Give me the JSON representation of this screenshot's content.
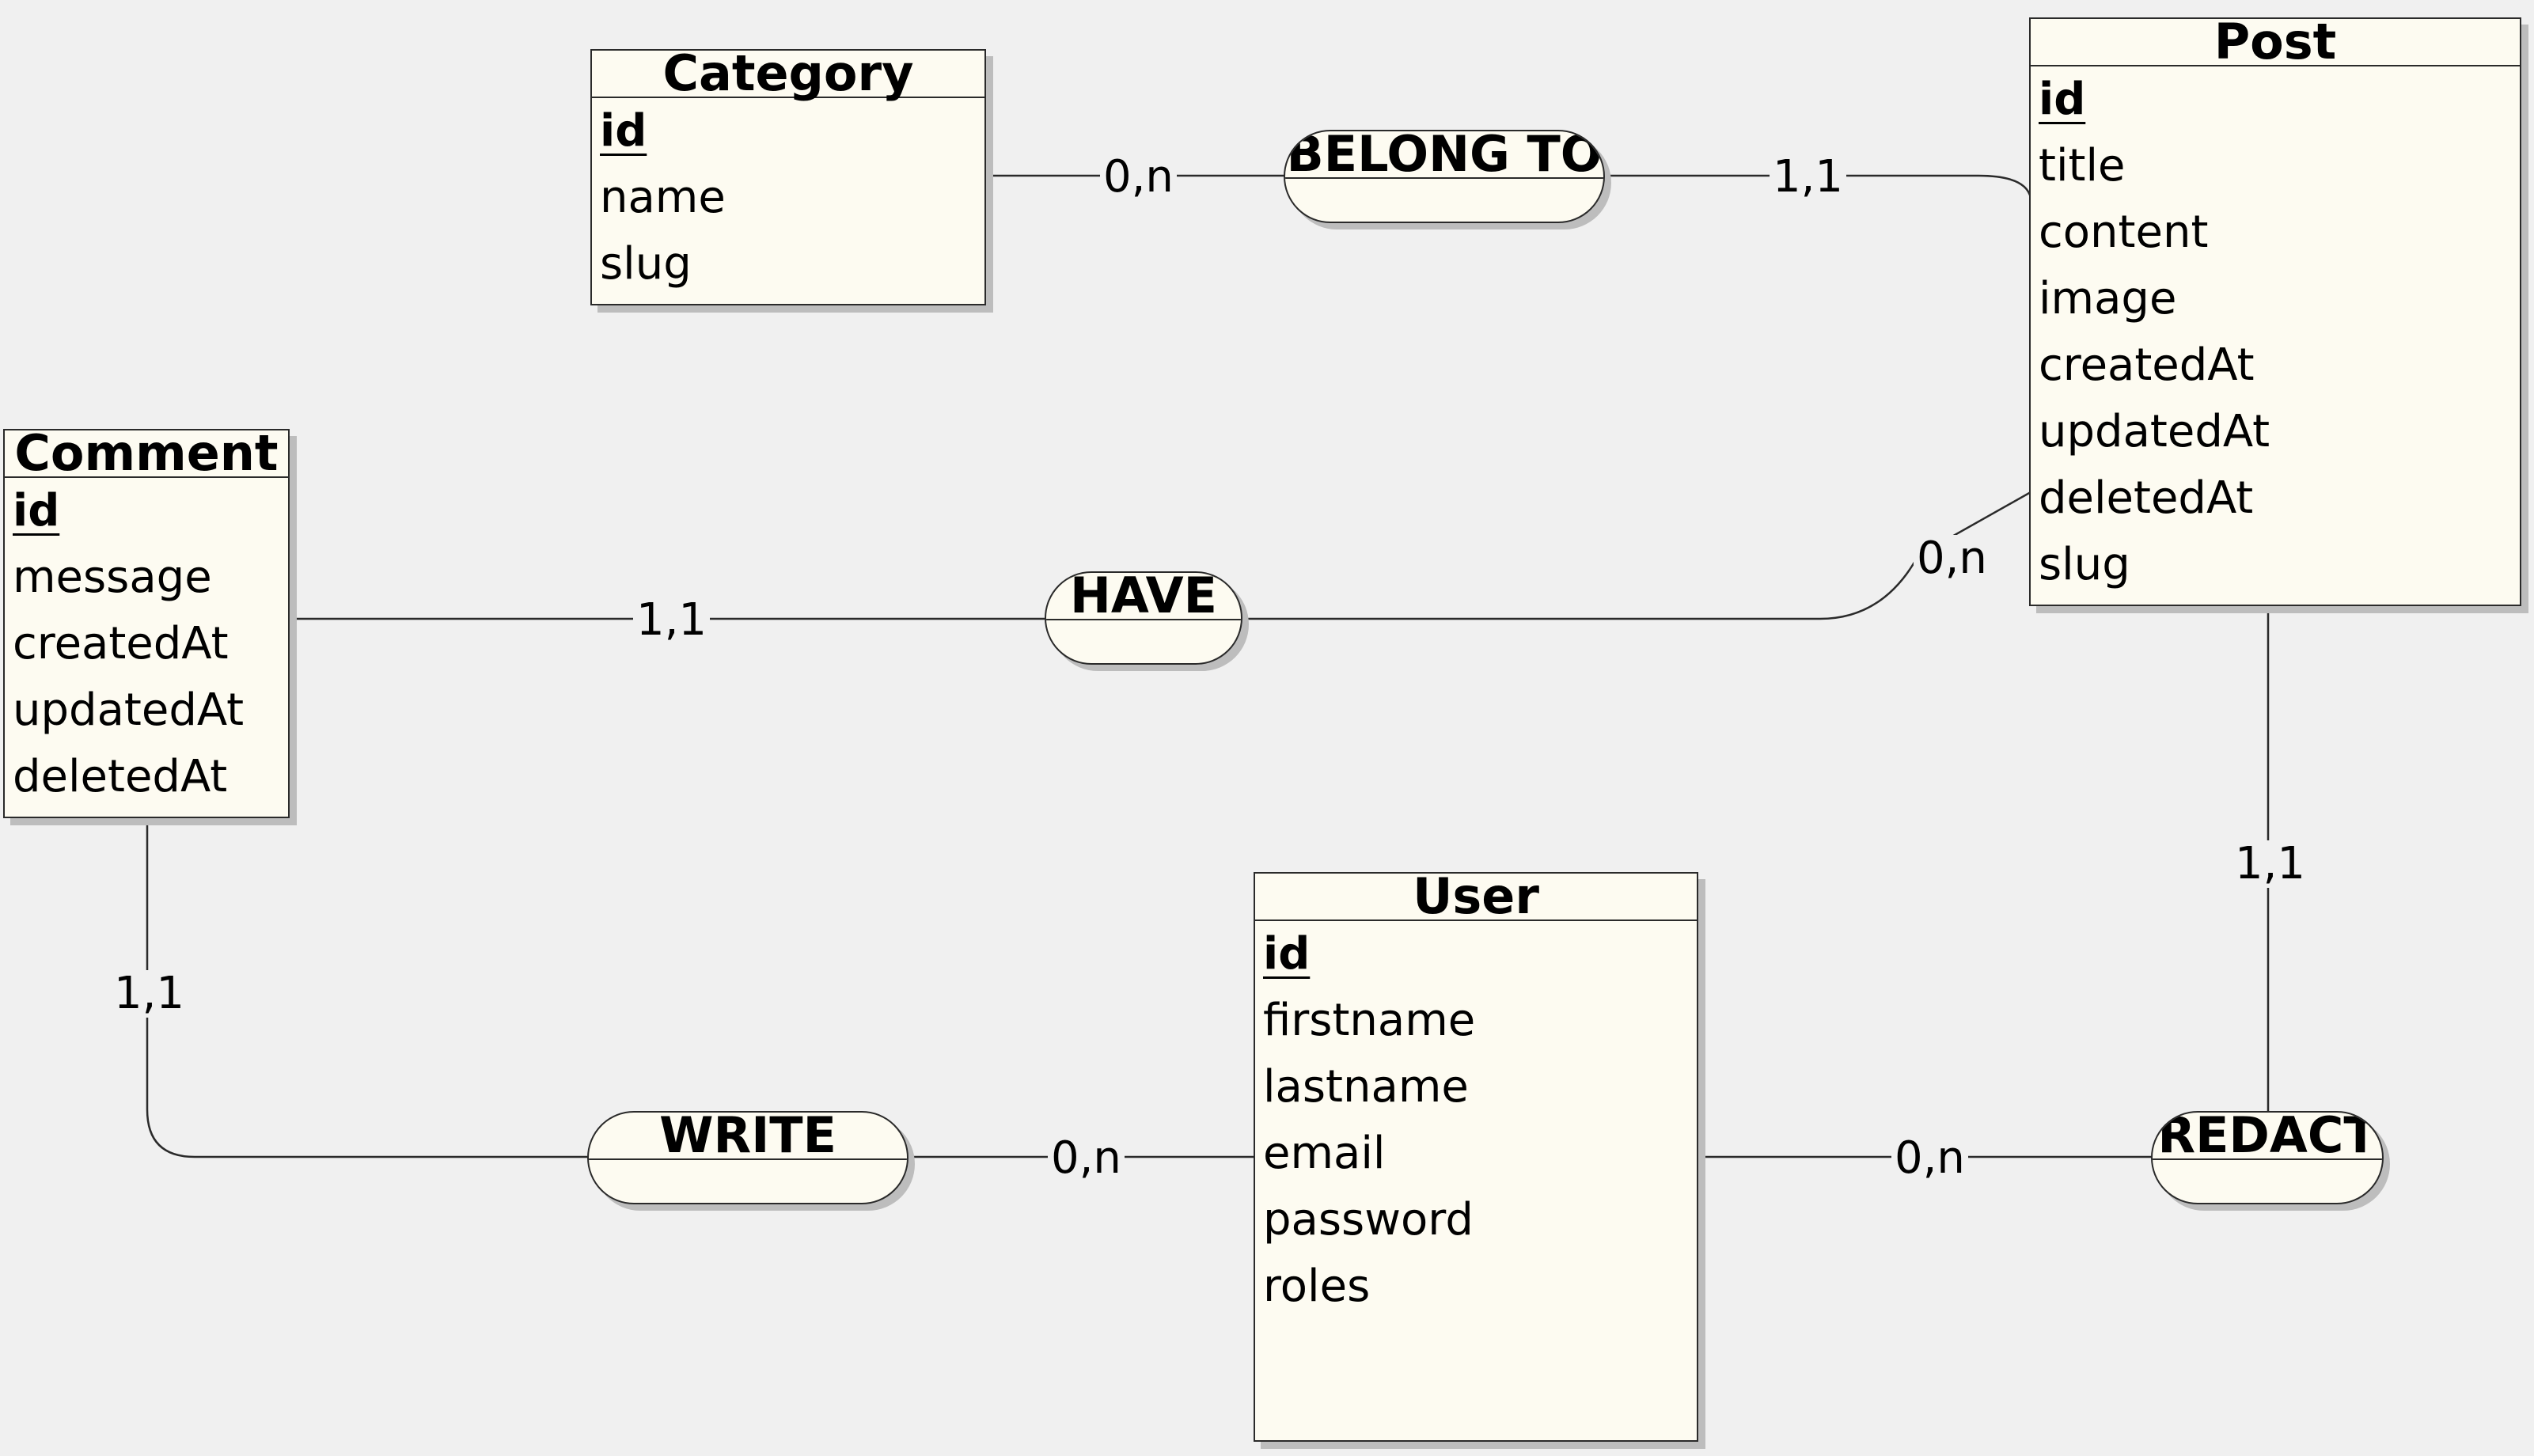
{
  "entities": {
    "category": {
      "title": "Category",
      "key": "id",
      "attributes": [
        "name",
        "slug"
      ]
    },
    "post": {
      "title": "Post",
      "key": "id",
      "attributes": [
        "title",
        "content",
        "image",
        "createdAt",
        "updatedAt",
        "deletedAt",
        "slug"
      ]
    },
    "comment": {
      "title": "Comment",
      "key": "id",
      "attributes": [
        "message",
        "createdAt",
        "updatedAt",
        "deletedAt"
      ]
    },
    "user": {
      "title": "User",
      "key": "id",
      "attributes": [
        "firstname",
        "lastname",
        "email",
        "password",
        "roles"
      ]
    }
  },
  "associations": {
    "belong_to": "BELONG TO",
    "have": "HAVE",
    "write": "WRITE",
    "redact": "REDACT"
  },
  "cardinalities": {
    "category_belong_to": "0,n",
    "belong_to_post": "1,1",
    "comment_have": "1,1",
    "have_post": "0,n",
    "comment_write": "1,1",
    "write_user": "0,n",
    "user_redact": "0,n",
    "redact_post": "1,1"
  },
  "colors": {
    "box_fill": "#fdfbf1",
    "stroke": "#2a2a2a",
    "shadow": "#bdbdbd",
    "background": "#f0f0f0"
  }
}
